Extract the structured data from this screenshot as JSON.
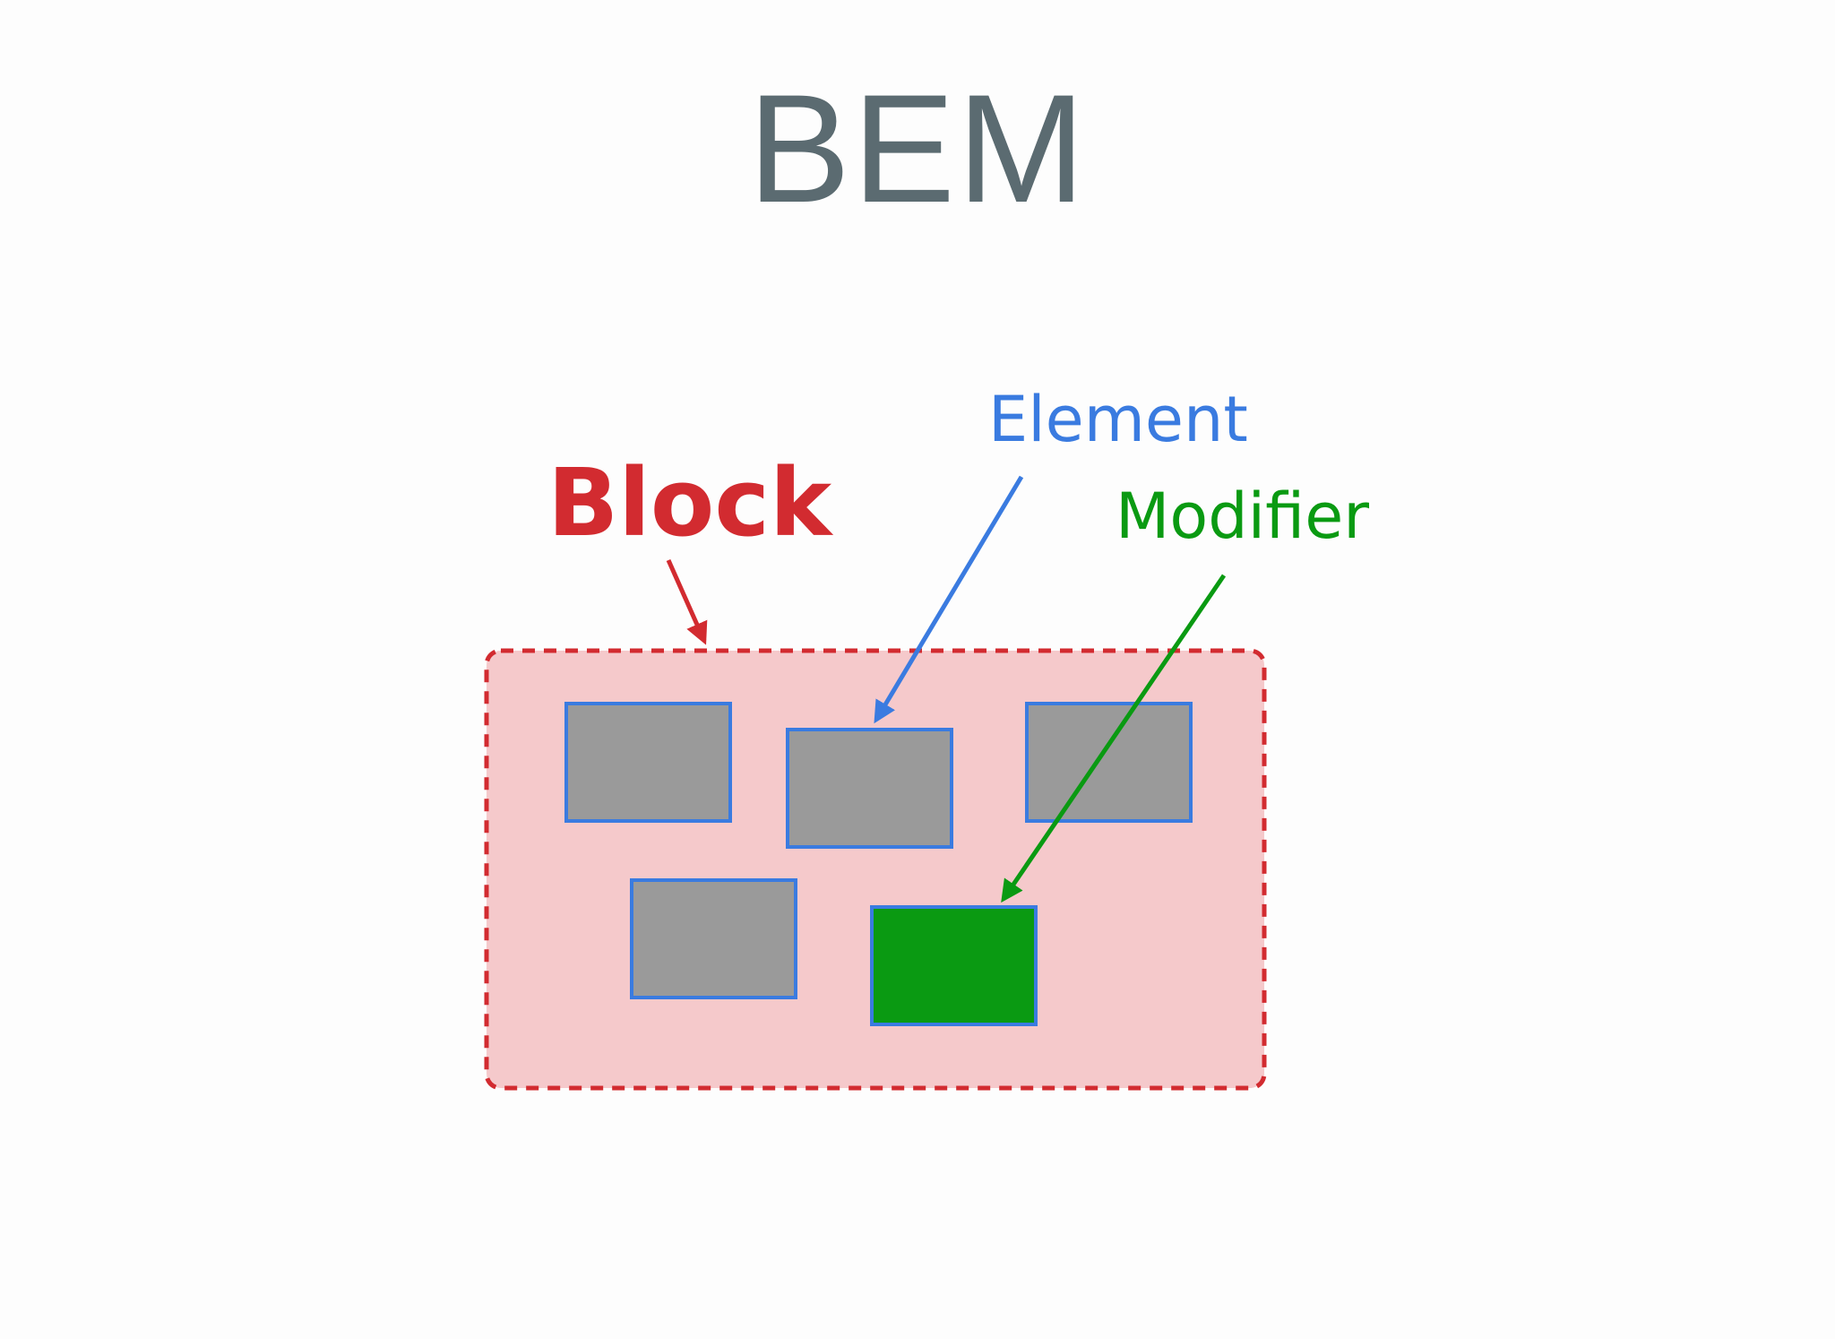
{
  "title": "BEM",
  "labels": {
    "block": "Block",
    "element": "Element",
    "modifier": "Modifier"
  },
  "colors": {
    "title": "#5b6b71",
    "block": "#d22b30",
    "block_fill": "#f5c9cb",
    "element": "#3a7be0",
    "element_fill": "#9a9a9a",
    "modifier": "#0a9a12",
    "modifier_fill": "#0a9a12"
  }
}
